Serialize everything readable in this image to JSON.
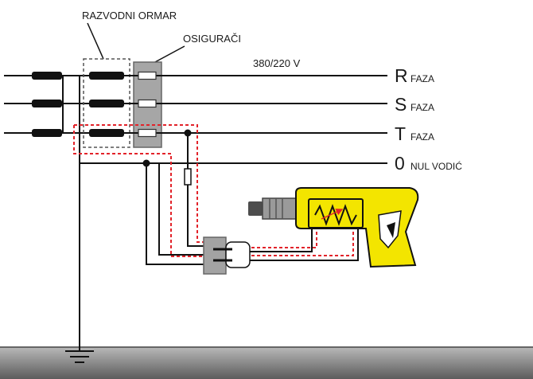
{
  "labels": {
    "cabinet": "RAZVODNI ORMAR",
    "fuses": "OSIGURAČI",
    "voltage": "380/220 V"
  },
  "lines": [
    {
      "letter": "R",
      "name": "FAZA"
    },
    {
      "letter": "S",
      "name": "FAZA"
    },
    {
      "letter": "T",
      "name": "FAZA"
    },
    {
      "letter": "0",
      "name": "NUL VODIĆ"
    }
  ],
  "colors": {
    "drill_body": "#f3e500",
    "fault_path": "#e2232a",
    "fuse_box": "#a6a6a6",
    "socket": "#a3a3a3"
  }
}
